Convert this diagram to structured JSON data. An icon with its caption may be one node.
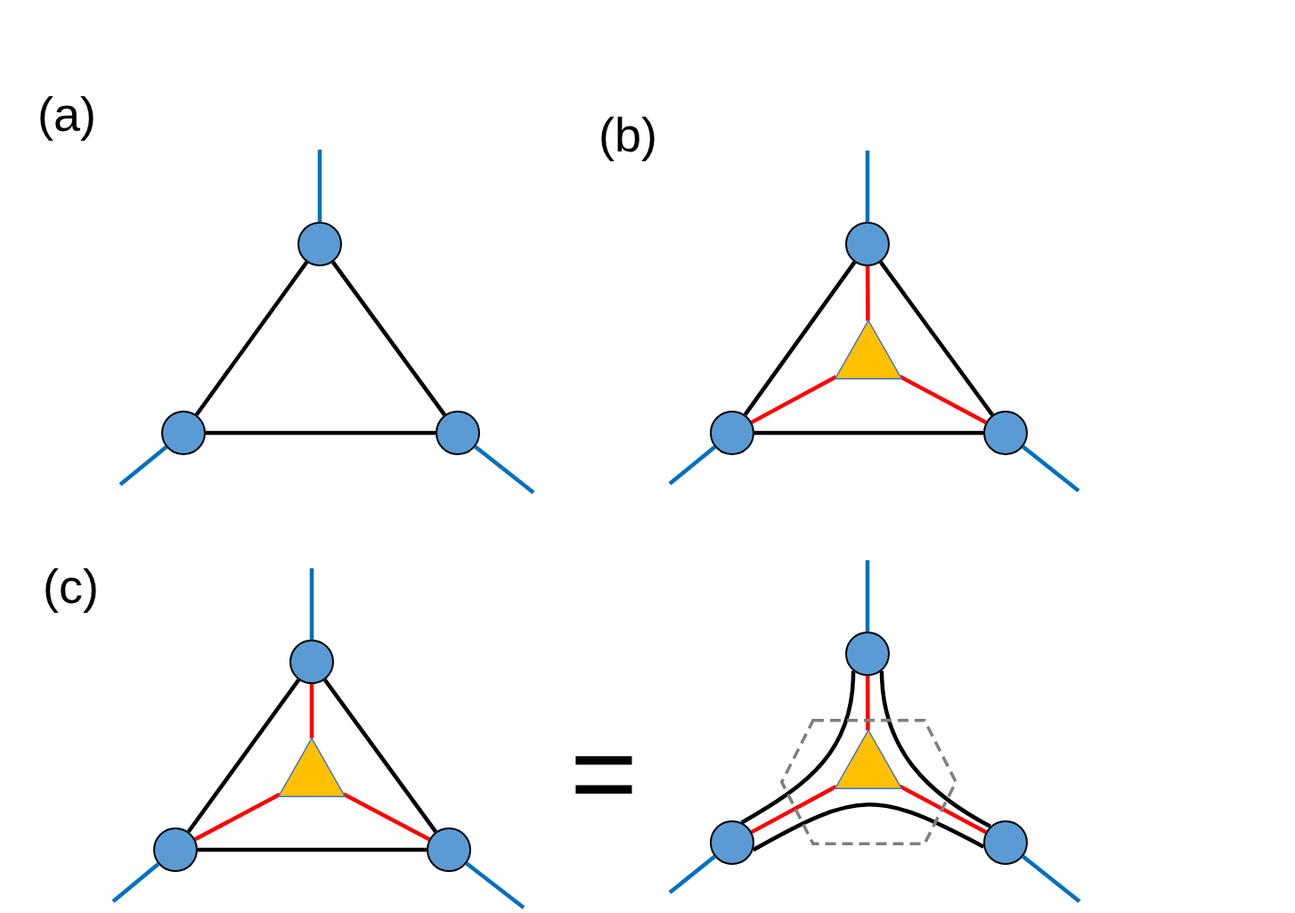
{
  "diagram": {
    "nodes": [
      {
        "text": [],
        "shape": "circle"
      },
      {
        "text": [],
        "shape": "circle"
      },
      {
        "text": [],
        "shape": "circle"
      },
      {
        "text": [],
        "shape": "circle"
      },
      {
        "text": [],
        "shape": "triangle"
      },
      {
        "text": [],
        "shape": "circle"
      },
      {
        "text": [],
        "shape": "circle"
      },
      {
        "text": [],
        "shape": "circle"
      },
      {
        "text": [],
        "shape": "triangle"
      },
      {
        "text": [],
        "shape": "circle"
      },
      {
        "text": [],
        "shape": "circle"
      },
      {
        "text": [],
        "shape": "circle"
      },
      {
        "text": [],
        "shape": "hexagon"
      },
      {
        "text": [],
        "shape": "triangle",
        "in": 12
      },
      {
        "text": [],
        "shape": "circle"
      },
      {
        "text": [],
        "shape": "circle"
      }
    ],
    "edges": [
      {
        "from": 0,
        "to": null,
        "arrow": "none",
        "color": "#0070c0"
      },
      {
        "from": 0,
        "to": 1,
        "arrow": "none",
        "color": "#000000"
      },
      {
        "from": 0,
        "to": 2,
        "arrow": "none",
        "color": "#000000"
      },
      {
        "from": 1,
        "to": 2,
        "arrow": "none",
        "color": "#000000"
      },
      {
        "from": 1,
        "to": null,
        "arrow": "none",
        "color": "#0070c0"
      },
      {
        "from": 2,
        "to": null,
        "arrow": "none",
        "color": "#0070c0"
      },
      {
        "from": 3,
        "to": null,
        "arrow": "none",
        "color": "#0070c0"
      },
      {
        "from": 3,
        "to": 5,
        "arrow": "none",
        "color": "#000000"
      },
      {
        "from": 3,
        "to": 6,
        "arrow": "none",
        "color": "#000000"
      },
      {
        "from": 5,
        "to": 6,
        "arrow": "none",
        "color": "#000000"
      },
      {
        "from": 4,
        "to": 3,
        "arrow": "none",
        "color": "#ff0000"
      },
      {
        "from": 4,
        "to": 5,
        "arrow": "none",
        "color": "#ff0000"
      },
      {
        "from": 4,
        "to": 6,
        "arrow": "none",
        "color": "#ff0000"
      },
      {
        "from": 5,
        "to": null,
        "arrow": "none",
        "color": "#0070c0"
      },
      {
        "from": 6,
        "to": null,
        "arrow": "none",
        "color": "#0070c0"
      },
      {
        "from": 7,
        "to": null,
        "arrow": "none",
        "color": "#0070c0"
      },
      {
        "from": 7,
        "to": 9,
        "arrow": "none",
        "color": "#000000"
      },
      {
        "from": 7,
        "to": 10,
        "arrow": "none",
        "color": "#000000"
      },
      {
        "from": 9,
        "to": 10,
        "arrow": "none",
        "color": "#000000"
      },
      {
        "from": 8,
        "to": 7,
        "arrow": "none",
        "color": "#ff0000"
      },
      {
        "from": 8,
        "to": 9,
        "arrow": "none",
        "color": "#ff0000"
      },
      {
        "from": 8,
        "to": 10,
        "arrow": "none",
        "color": "#ff0000"
      },
      {
        "from": 9,
        "to": null,
        "arrow": "none",
        "color": "#0070c0"
      },
      {
        "from": 10,
        "to": null,
        "arrow": "none",
        "color": "#0070c0"
      },
      {
        "from": 11,
        "to": null,
        "arrow": "none",
        "color": "#0070c0"
      },
      {
        "from": 11,
        "to": 14,
        "arrow": "none",
        "color": "#000000"
      },
      {
        "from": 11,
        "to": 15,
        "arrow": "none",
        "color": "#000000"
      },
      {
        "from": 14,
        "to": 15,
        "arrow": "none",
        "color": "#000000"
      },
      {
        "from": 13,
        "to": 11,
        "arrow": "none",
        "color": "#ff0000"
      },
      {
        "from": 13,
        "to": 14,
        "arrow": "none",
        "color": "#ff0000"
      },
      {
        "from": 13,
        "to": 15,
        "arrow": "none",
        "color": "#ff0000"
      },
      {
        "from": 14,
        "to": null,
        "arrow": "none",
        "color": "#0070c0"
      },
      {
        "from": 15,
        "to": null,
        "arrow": "none",
        "color": "#0070c0"
      }
    ],
    "labels": [
      "(a)",
      "(b)",
      "(c)",
      "="
    ]
  }
}
